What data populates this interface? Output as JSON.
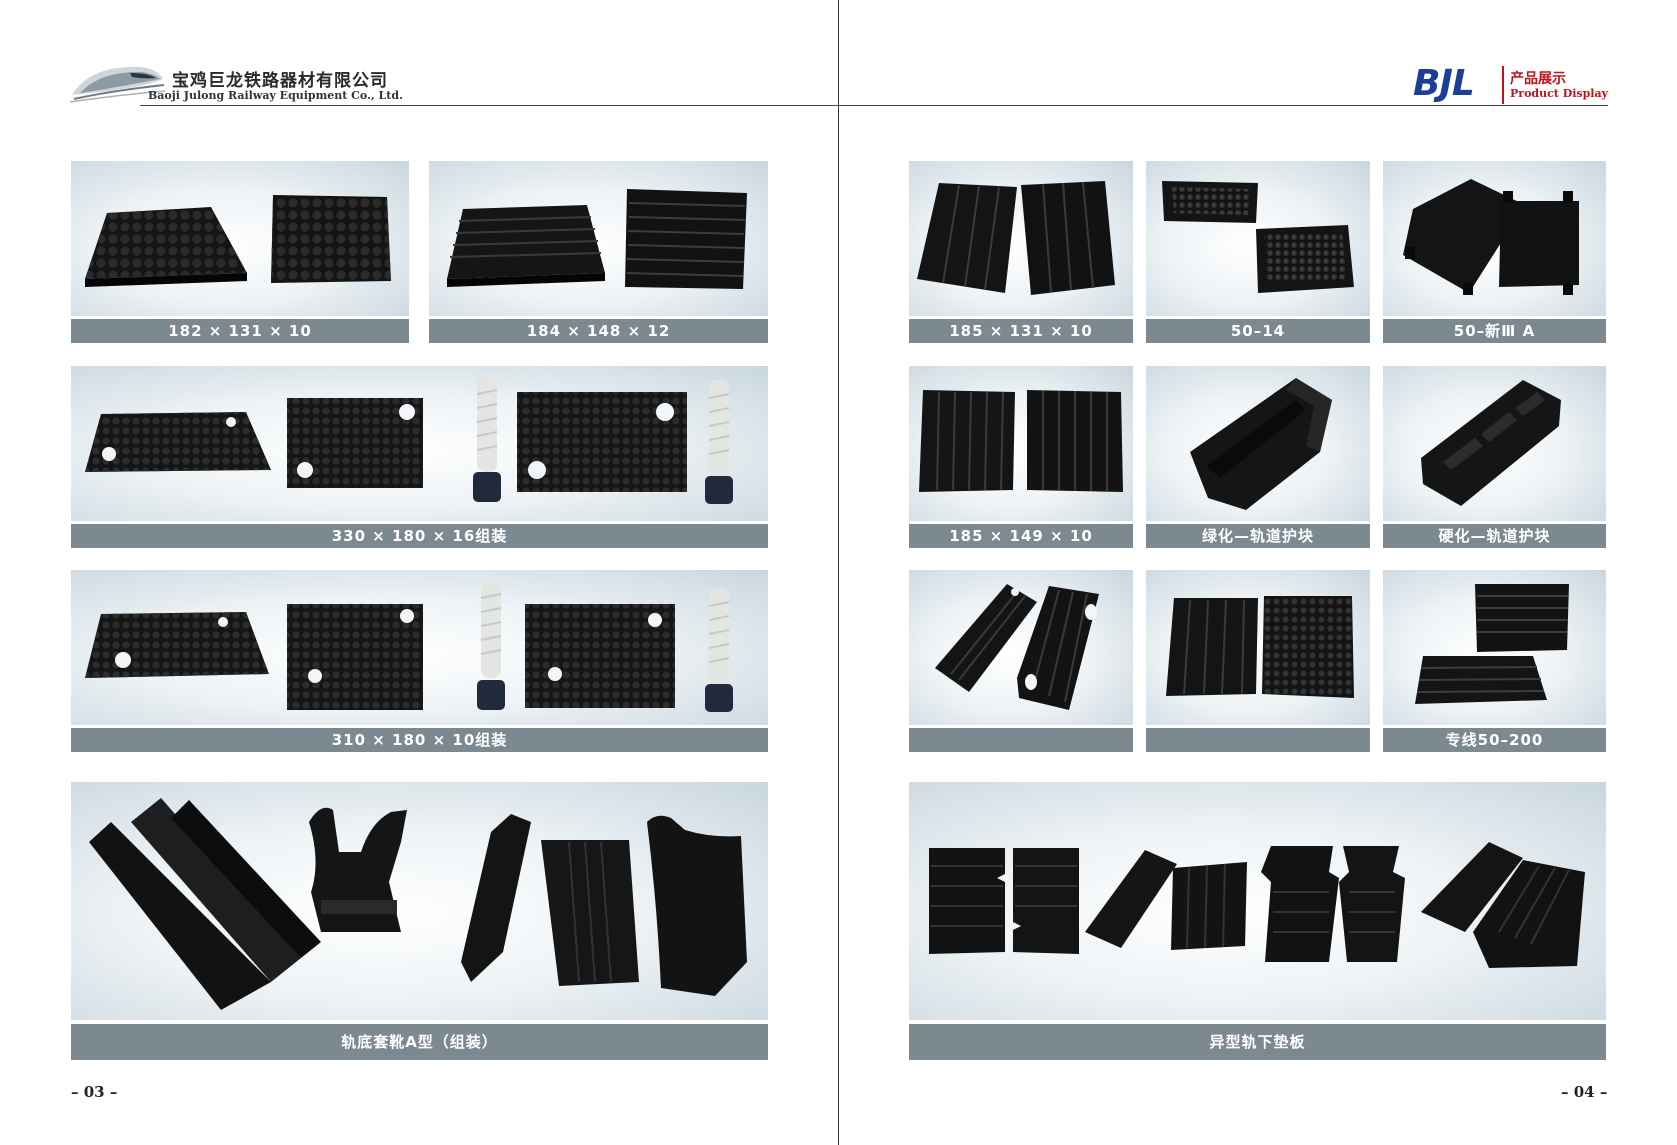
{
  "header": {
    "company_cn": "宝鸡巨龙铁路器材有限公司",
    "company_en": "Baoji Julong Railway Equipment Co., Ltd.",
    "brand": "BJL",
    "section_cn": "产品展示",
    "section_en": "Product Display"
  },
  "left_page": {
    "products": [
      {
        "caption": "182 × 131 × 10",
        "image": "studded-rubber-pads"
      },
      {
        "caption": "184 × 148 × 12",
        "image": "grooved-rubber-pads"
      },
      {
        "caption": "330 × 180 × 16组装",
        "image": "pad-assembly-with-dowels"
      },
      {
        "caption": "310 × 180 × 10组装",
        "image": "pad-assembly-with-dowels"
      },
      {
        "caption": "轨底套靴A型（组装）",
        "image": "rail-boot-profiles"
      }
    ],
    "page_number": "– 03 –"
  },
  "right_page": {
    "products": [
      {
        "caption": "185 × 131 × 10",
        "image": "grooved-pads-pair"
      },
      {
        "caption": "50–14",
        "image": "studded-trays"
      },
      {
        "caption": "50–新Ⅲ A",
        "image": "flanged-pads"
      },
      {
        "caption": "185 × 149 × 10",
        "image": "grooved-pads-pair"
      },
      {
        "caption": "绿化—轨道护块",
        "image": "rail-guard-block"
      },
      {
        "caption": "硬化—轨道护块",
        "image": "rail-guard-block"
      },
      {
        "caption": "",
        "image": "pads-with-holes"
      },
      {
        "caption": "",
        "image": "grooved-and-studded-pads"
      },
      {
        "caption": "专线50–200",
        "image": "flanged-grooved-pads"
      },
      {
        "caption": "异型轨下垫板",
        "image": "special-shaped-pads"
      }
    ],
    "page_number": "– 04 –"
  }
}
